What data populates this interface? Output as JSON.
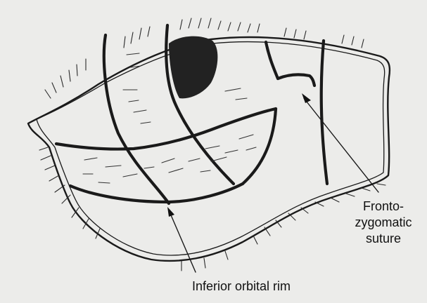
{
  "labels": {
    "fz_line1": "Fronto-",
    "fz_line2": "zygomatic",
    "fz_line3": "suture",
    "inferior_orbital_rim": "Inferior orbital rim"
  },
  "colors": {
    "background": "#ececea",
    "ink": "#1a1a1a"
  }
}
